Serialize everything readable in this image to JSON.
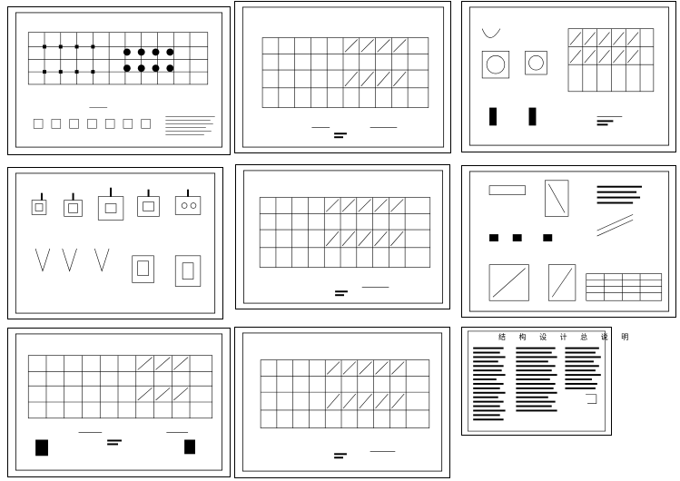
{
  "drawing_set": {
    "sheets": [
      {
        "id": "foundation-plan",
        "kind": "foundation"
      },
      {
        "id": "floor-plan-1",
        "kind": "beam-plan"
      },
      {
        "id": "stair-details",
        "kind": "details"
      },
      {
        "id": "footing-details",
        "kind": "footings"
      },
      {
        "id": "floor-plan-2",
        "kind": "beam-plan"
      },
      {
        "id": "section-details",
        "kind": "details"
      },
      {
        "id": "floor-plan-3",
        "kind": "beam-plan"
      },
      {
        "id": "floor-plan-4",
        "kind": "beam-plan"
      },
      {
        "id": "design-notes",
        "kind": "notes",
        "title": "结 构 设 计 总 说 明"
      }
    ]
  }
}
